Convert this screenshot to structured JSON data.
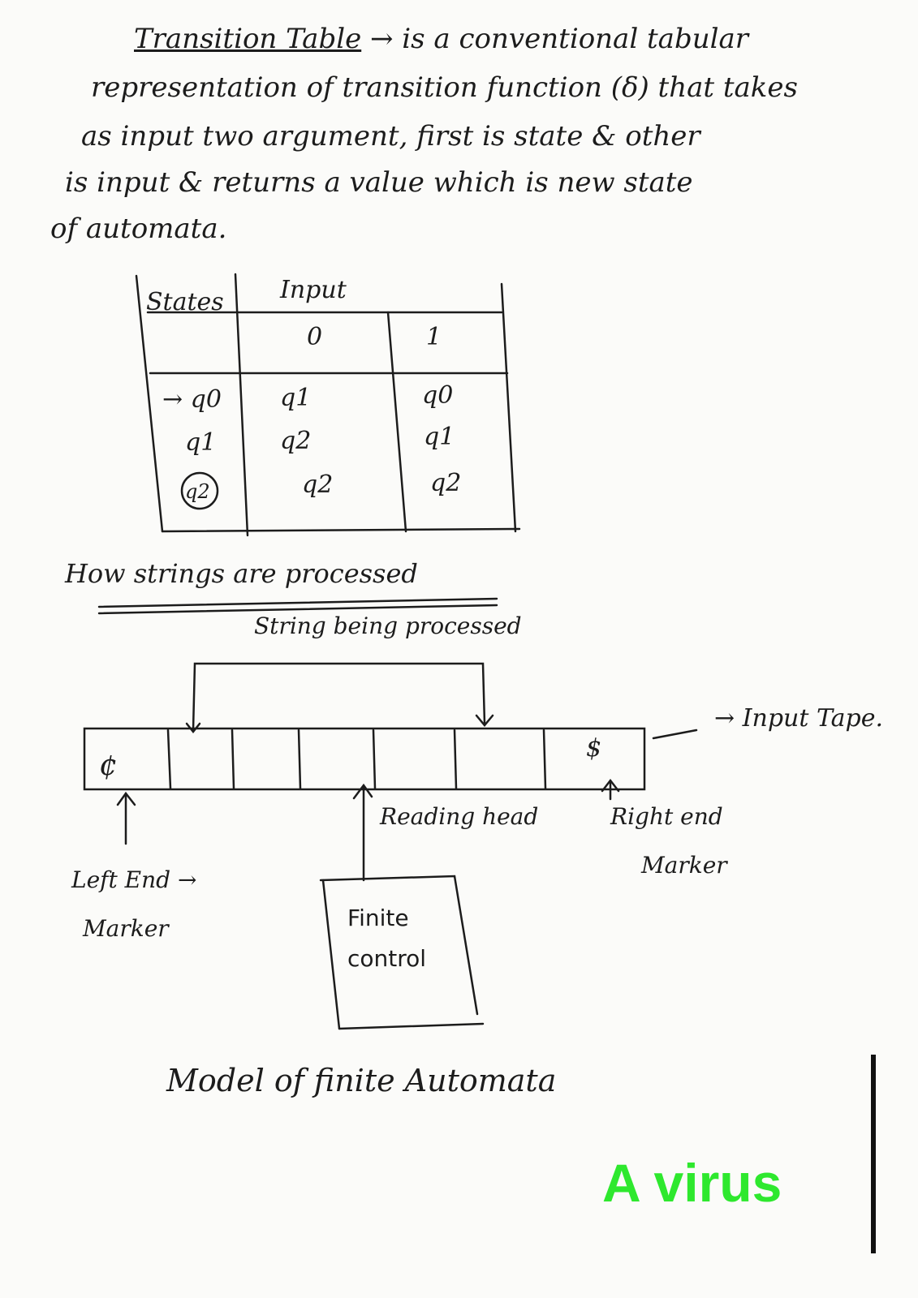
{
  "intro": {
    "title": "Transition Table",
    "line1_rest": " → is a conventional tabular",
    "line2": "representation of  transition function (δ)   that takes",
    "line3": "as input   two   argument,   first  is  state & other",
    "line4": "is input & returns a value   which  is   new state",
    "line5": "of automata."
  },
  "transition_table": {
    "states_header": "States",
    "input_header": "Input",
    "col_0": "0",
    "col_1": "1",
    "rows": [
      {
        "state": "→ q0",
        "on_0": "q1",
        "on_1": "q0"
      },
      {
        "state": "q1",
        "on_0": "q2",
        "on_1": "q1"
      },
      {
        "state": "q2",
        "on_0": "q2",
        "on_1": "q2"
      }
    ]
  },
  "processing": {
    "section_title": "How strings are processed",
    "subtitle": "String being processed",
    "left_symbol": "¢",
    "right_symbol": "$",
    "input_tape_label": "→ Input Tape.",
    "reading_head_label": "Reading head",
    "right_end_label": "Right end",
    "right_marker_label": "Marker",
    "left_end_label": "Left End  →",
    "left_marker_label": "Marker",
    "finite_label": "Finite",
    "control_label": "control",
    "caption": "Model of finite Automata"
  },
  "watermark": "A virus",
  "colors": {
    "ink": "#1c1c1c",
    "watermark": "#2ee82e",
    "paper": "#fbfbf9"
  }
}
